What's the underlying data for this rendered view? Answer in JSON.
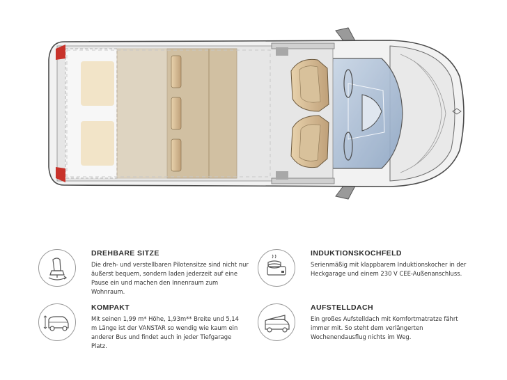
{
  "features": [
    {
      "id": "drehbare-sitze",
      "icon": "swivel-seat-icon",
      "title": "DREHBARE SITZE",
      "description": "Die dreh- und verstellbaren Pilotensitze sind nicht nur äußerst bequem, sondern laden jederzeit auf eine Pause ein und machen den Innenraum zum Wohnraum."
    },
    {
      "id": "induktionskochfeld",
      "icon": "induction-cooker-icon",
      "title": "INDUKTIONSKOCHFELD",
      "description": "Serienmäßig mit klappbarem Induktionskocher in der Heckgarage und einem 230 V CEE-Außenanschluss."
    },
    {
      "id": "kompakt",
      "icon": "van-height-icon",
      "title": "KOMPAKT",
      "description": "Mit seinen 1,99 m* Höhe, 1,93m** Breite und 5,14 m Länge ist der VANSTAR so wendig wie kaum ein anderer Bus und findet auch in jeder Tiefgarage Platz."
    },
    {
      "id": "aufstelldach",
      "icon": "pop-up-roof-icon",
      "title": "AUFSTELLDACH",
      "description": "Ein großes Aufstelldach mit Komfortmatratze fährt immer mit. So steht dem verlängerten Wochenendausflug nichts im Weg."
    }
  ]
}
